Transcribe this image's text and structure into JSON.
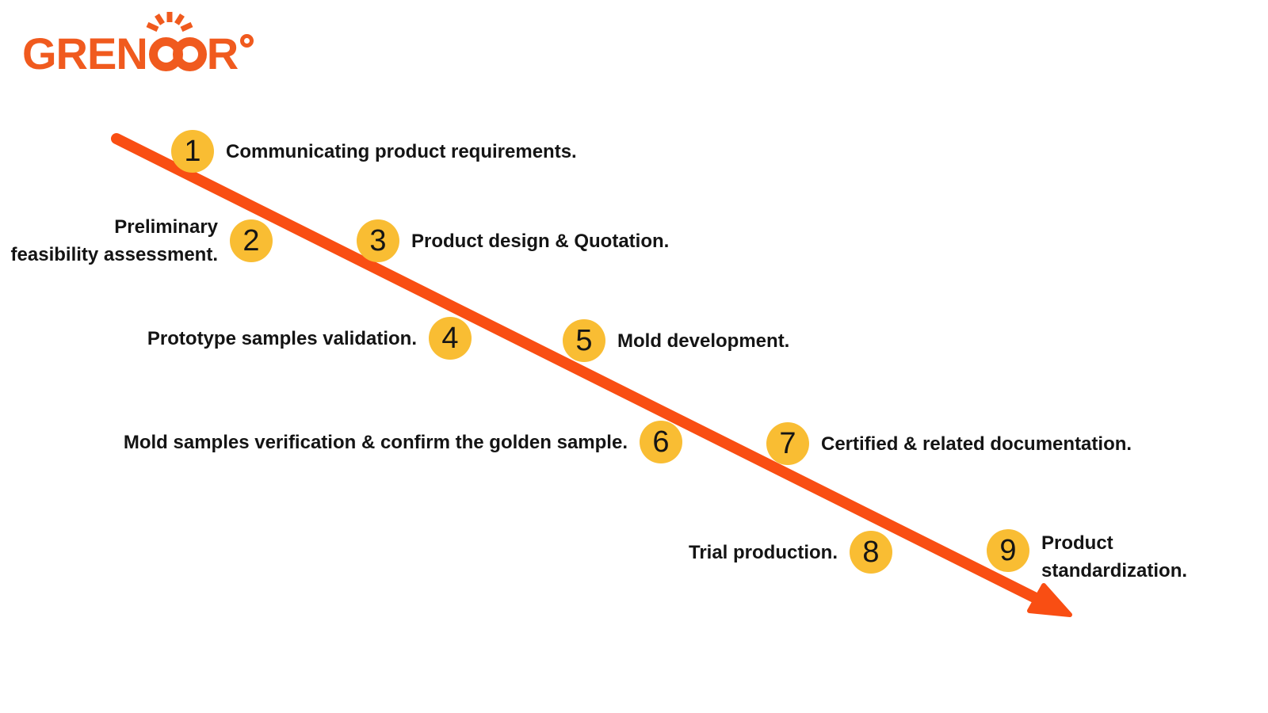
{
  "brand": {
    "name": "GRENOOR",
    "wordmark_left": "GREN",
    "wordmark_right": "R",
    "degree_mark": "°"
  },
  "colors": {
    "logo_orange": "#F05A1E",
    "arrow_orange": "#F94E13",
    "badge_yellow": "#F9BD33",
    "label_black": "#141414"
  },
  "steps": [
    {
      "number": "1",
      "lines": [
        "Communicating product requirements."
      ]
    },
    {
      "number": "2",
      "lines": [
        "Preliminary",
        "feasibility assessment."
      ]
    },
    {
      "number": "3",
      "lines": [
        "Product design & Quotation."
      ]
    },
    {
      "number": "4",
      "lines": [
        "Prototype samples validation."
      ]
    },
    {
      "number": "5",
      "lines": [
        "Mold development."
      ]
    },
    {
      "number": "6",
      "lines": [
        "Mold samples verification & confirm the golden sample."
      ]
    },
    {
      "number": "7",
      "lines": [
        "Certified & related documentation."
      ]
    },
    {
      "number": "8",
      "lines": [
        "Trial production."
      ]
    },
    {
      "number": "9",
      "lines": [
        "Product",
        "standardization."
      ]
    }
  ]
}
